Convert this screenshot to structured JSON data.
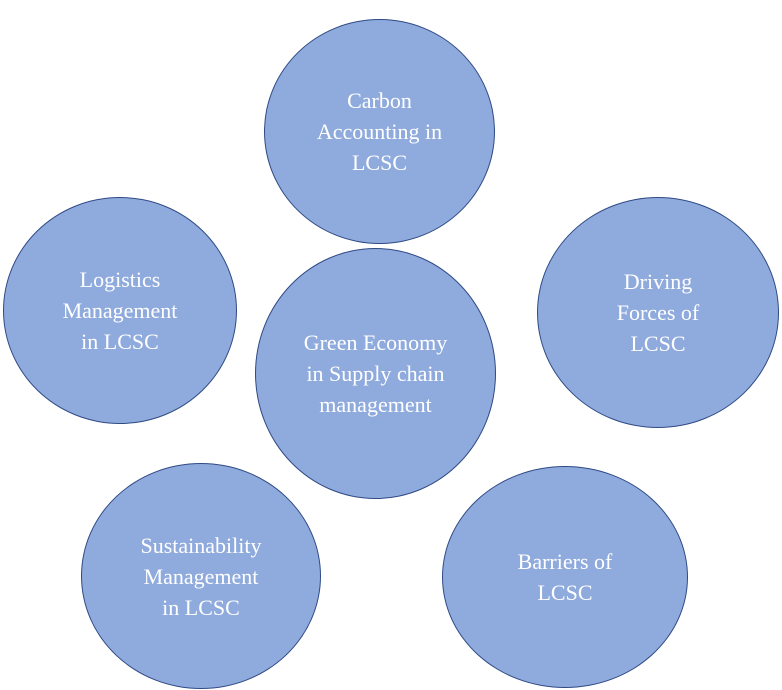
{
  "colors": {
    "bubble_fill": "#8faadc",
    "bubble_border": "#2f4a85",
    "text": "#ffffff"
  },
  "nodes": [
    {
      "id": "carbon",
      "lines": [
        "Carbon",
        "Accounting in",
        "LCSC"
      ]
    },
    {
      "id": "logistics",
      "lines": [
        "Logistics",
        "Management",
        "in LCSC"
      ]
    },
    {
      "id": "driving",
      "lines": [
        "Driving",
        "Forces of",
        "LCSC"
      ]
    },
    {
      "id": "center",
      "lines": [
        "Green Economy",
        "in Supply chain",
        "management"
      ]
    },
    {
      "id": "sustain",
      "lines": [
        "Sustainability",
        "Management",
        "in LCSC"
      ]
    },
    {
      "id": "barriers",
      "lines": [
        "Barriers of",
        "LCSC"
      ]
    }
  ]
}
